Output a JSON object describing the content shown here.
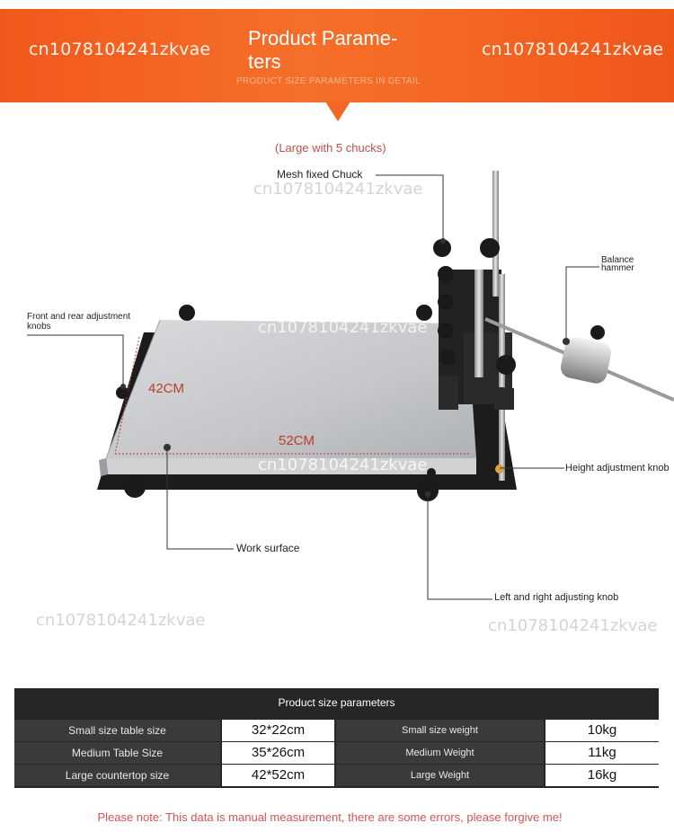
{
  "banner": {
    "watermark_left": "cn1078104241zkvae",
    "watermark_right": "cn1078104241zkvae",
    "title": "Product Parame-ters",
    "subtitle": "PRODUCT SIZE PARAMETERS IN DETAIL"
  },
  "illustration": {
    "caption": "(Large with 5 chucks)",
    "labels": {
      "mesh_chuck": "Mesh fixed Chuck",
      "balance_hammer_1": "Balance",
      "balance_hammer_2": "hammer",
      "front_rear_knobs_1": "Front and rear adjustment",
      "front_rear_knobs_2": "knobs",
      "height_knob": "Height adjustment knob",
      "work_surface": "Work surface",
      "left_right_knob": "Left and right adjusting knob",
      "dim_width": "42CM",
      "dim_length": "52CM"
    },
    "watermarks": [
      "cn1078104241zkvae",
      "cn1078104241zkvae",
      "cn1078104241zkvae",
      "cn1078104241zkvae",
      "cn1078104241zkvae"
    ]
  },
  "table": {
    "header": "Product size parameters",
    "rows": [
      {
        "size_label": "Small size table size",
        "size_value": "32*22cm",
        "weight_label": "Small size weight",
        "weight_value": "10kg"
      },
      {
        "size_label": "Medium Table Size",
        "size_value": "35*26cm",
        "weight_label": "Medium Weight",
        "weight_value": "11kg"
      },
      {
        "size_label": "Large countertop size",
        "size_value": "42*52cm",
        "weight_label": "Large Weight",
        "weight_value": "16kg"
      }
    ]
  },
  "note": "Please note: This data is manual measurement, there are some errors, please forgive me!",
  "colors": {
    "banner": "#f2581b",
    "table_dark": "#262626",
    "note": "#d9534f",
    "dimension": "#c0392b"
  }
}
